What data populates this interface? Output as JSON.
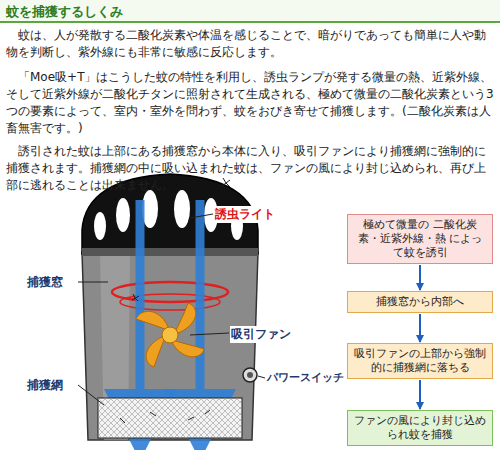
{
  "diagram": {
    "title": "蚊を捕獲するしくみ",
    "nodes": [
      {
        "text": [
          "極めて微量の 二酸化炭素・近紫外線・熱 によって蚊を誘引"
        ]
      },
      {
        "text": [
          "捕獲窓から内部へ"
        ]
      },
      {
        "text": [
          "吸引ファンの上部から強制的に捕獲網に落ちる"
        ]
      },
      {
        "text": [
          "ファンの風により封じ込められ蚊を捕獲"
        ]
      }
    ],
    "edges": [
      {
        "from": 0,
        "to": 1,
        "arrow": "to"
      },
      {
        "from": 1,
        "to": 2,
        "arrow": "to"
      },
      {
        "from": 2,
        "to": 3,
        "arrow": "to"
      }
    ],
    "labels": [
      "蚊は、人が発散する二酸化炭素や体温を感じることで、暗がりであっても簡単に人や動物を判断し、紫外線にも非常に敏感に反応します。",
      "「Moe吸+T」はこうした蚊の特性を利用し、誘虫ランプが発する微量の熱、近紫外線、そして近紫外線が二酸化チタンに照射されて生成される、極めて微量の二酸化炭素という3つの要素によって、室内・室外を問わず、蚊をおびき寄せて捕獲します。(二酸化炭素は人畜無害です。)",
      "誘引された蚊は上部にある捕獲窓から本体に入り、吸引ファンにより捕獲網に強制的に捕獲されます。捕獲網の中に吸い込まれた蚊は、ファンの風により封じ込められ、再び上部に逃れることは出来ません。",
      "誘虫ライト",
      "捕獲窓",
      "吸引ファン",
      "パワースイッチ",
      "捕獲網"
    ]
  }
}
